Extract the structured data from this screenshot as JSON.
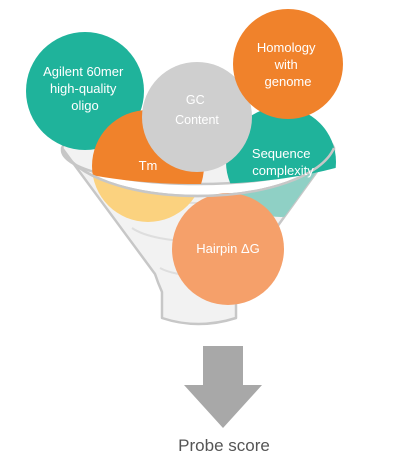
{
  "factors": [
    {
      "id": "agilent",
      "lines": [
        "Agilent 60mer",
        "high-quality",
        "oligo"
      ],
      "color": "#1fb39b"
    },
    {
      "id": "tm",
      "lines": [
        "Tm"
      ],
      "color": "#f0822b"
    },
    {
      "id": "gc",
      "lines": [
        "GC",
        "Content"
      ],
      "color": "#cfcfcf"
    },
    {
      "id": "homology",
      "lines": [
        "Homology",
        "with",
        "genome"
      ],
      "color": "#f0822b"
    },
    {
      "id": "complexity",
      "lines": [
        "Sequence",
        "complexity"
      ],
      "color": "#1fb39b"
    },
    {
      "id": "hairpin",
      "lines": [
        "Hairpin ΔG"
      ],
      "color": "#f5a06a"
    }
  ],
  "output": {
    "label": "Probe score"
  },
  "colors": {
    "funnel_fill": "#f2f2f2",
    "funnel_stroke": "#c7c7c7",
    "arrow": "#a8a8a8",
    "caption": "#555555"
  }
}
